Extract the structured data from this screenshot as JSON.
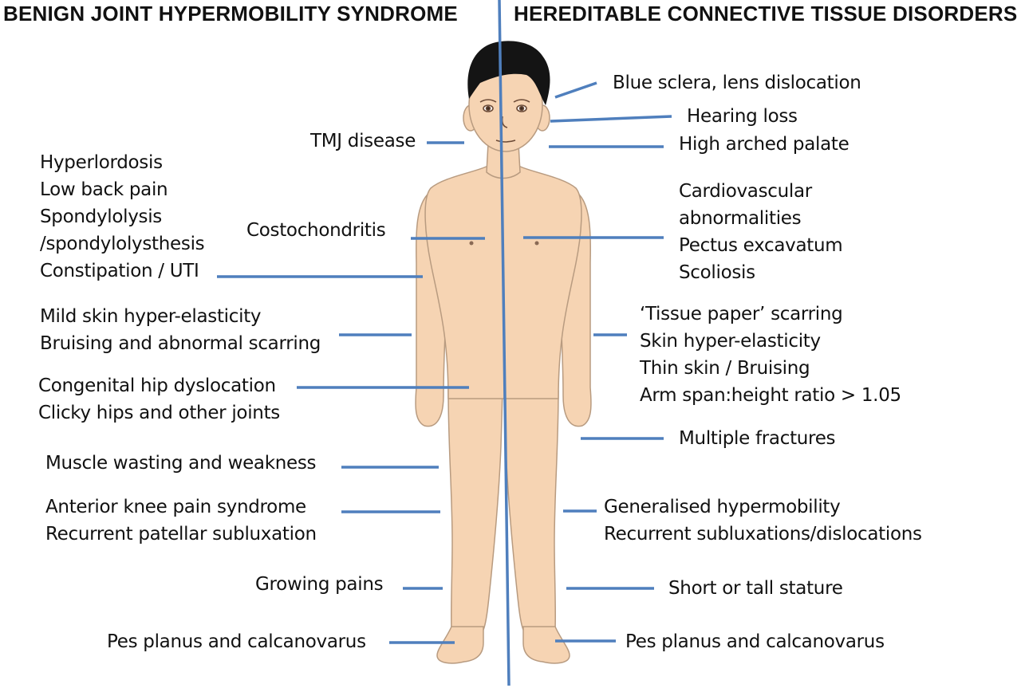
{
  "headers": {
    "left": "BENIGN JOINT HYPERMOBILITY SYNDROME",
    "right": "HEREDITABLE CONNECTIVE TISSUE DISORDERS"
  },
  "left_labels": {
    "tmj": [
      "TMJ disease"
    ],
    "back": [
      "Hyperlordosis",
      "Low back pain",
      "Spondylolysis",
      "/spondylolysthesis",
      "Constipation / UTI"
    ],
    "costo": [
      "Costochondritis"
    ],
    "skin": [
      "Mild skin hyper-elasticity",
      "Bruising and abnormal scarring"
    ],
    "hip": [
      "Congenital hip dyslocation",
      "Clicky hips and other joints"
    ],
    "muscle": [
      "Muscle wasting and weakness"
    ],
    "knee": [
      "Anterior knee pain syndrome",
      "Recurrent patellar subluxation"
    ],
    "growing": [
      "Growing pains"
    ],
    "pes": [
      "Pes planus and calcanovarus"
    ]
  },
  "right_labels": {
    "eye": [
      "Blue sclera, lens dislocation"
    ],
    "hearing": [
      "Hearing loss"
    ],
    "palate": [
      "High arched palate"
    ],
    "cardio": [
      "Cardiovascular",
      "abnormalities",
      "Pectus excavatum",
      "Scoliosis"
    ],
    "tissue": [
      "‘Tissue paper’ scarring",
      "Skin hyper-elasticity",
      "Thin skin / Bruising",
      "Arm span:height ratio > 1.05"
    ],
    "fractures": [
      "Multiple fractures"
    ],
    "hypermob": [
      "Generalised hypermobility",
      "Recurrent subluxations/dislocations"
    ],
    "stature": [
      "Short or tall stature"
    ],
    "pes": [
      "Pes planus and calcanovarus"
    ]
  },
  "colors": {
    "line": "#4f7fbd",
    "skin": "#f6d4b3",
    "skin_outline": "#b89b80",
    "hair": "#141414"
  }
}
